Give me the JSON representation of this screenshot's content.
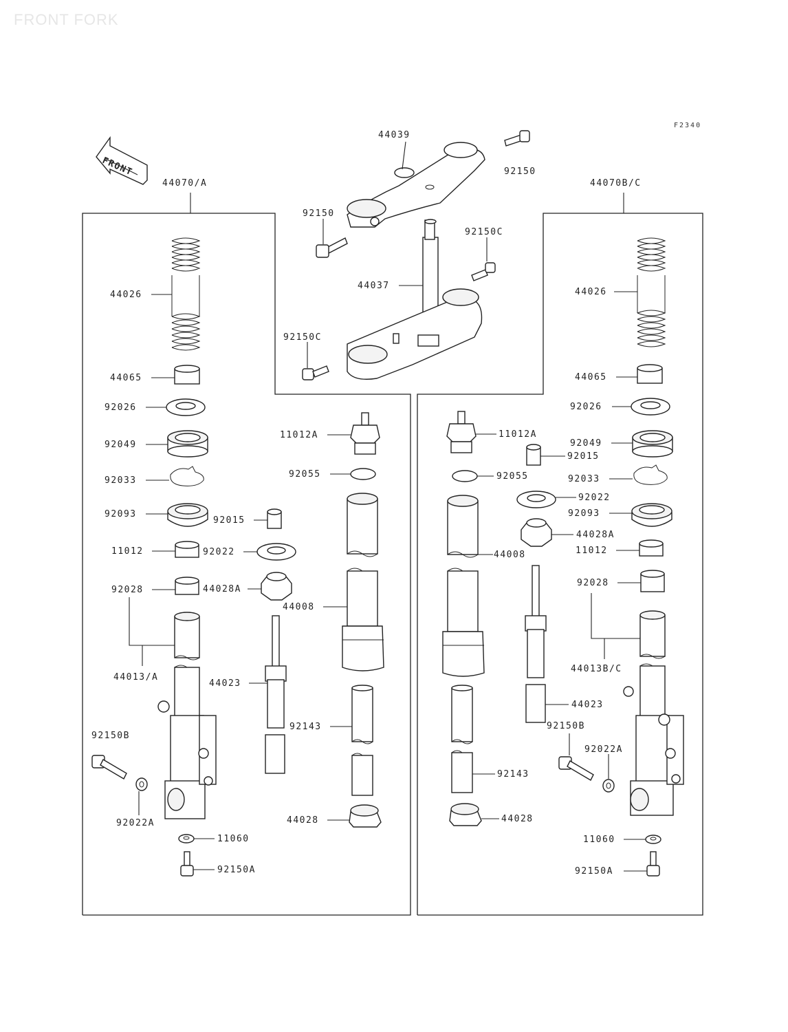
{
  "page_title": "FRONT FORK",
  "figure_code": "F2340",
  "front_arrow_label": "FRONT",
  "assemblies": {
    "left": "44070/A",
    "right": "44070B/C"
  },
  "center_parts": [
    "44039",
    "92150",
    "92150",
    "92150C",
    "44037",
    "92150C"
  ],
  "left_parts": [
    "44026",
    "44065",
    "92026",
    "92049",
    "92033",
    "92093",
    "92015",
    "11012",
    "92022",
    "92028",
    "44028A",
    "44013/A",
    "44023",
    "92150B",
    "92022A",
    "11060",
    "92150A",
    "11012A",
    "92055",
    "44008",
    "92143",
    "44028"
  ],
  "right_parts": [
    "44026",
    "44065",
    "92026",
    "11012A",
    "92049",
    "92015",
    "92055",
    "92033",
    "92022",
    "92093",
    "44028A",
    "44008",
    "11012",
    "92028",
    "44013B/C",
    "44023",
    "92150B",
    "92022A",
    "92143",
    "44028",
    "11060",
    "92150A"
  ]
}
